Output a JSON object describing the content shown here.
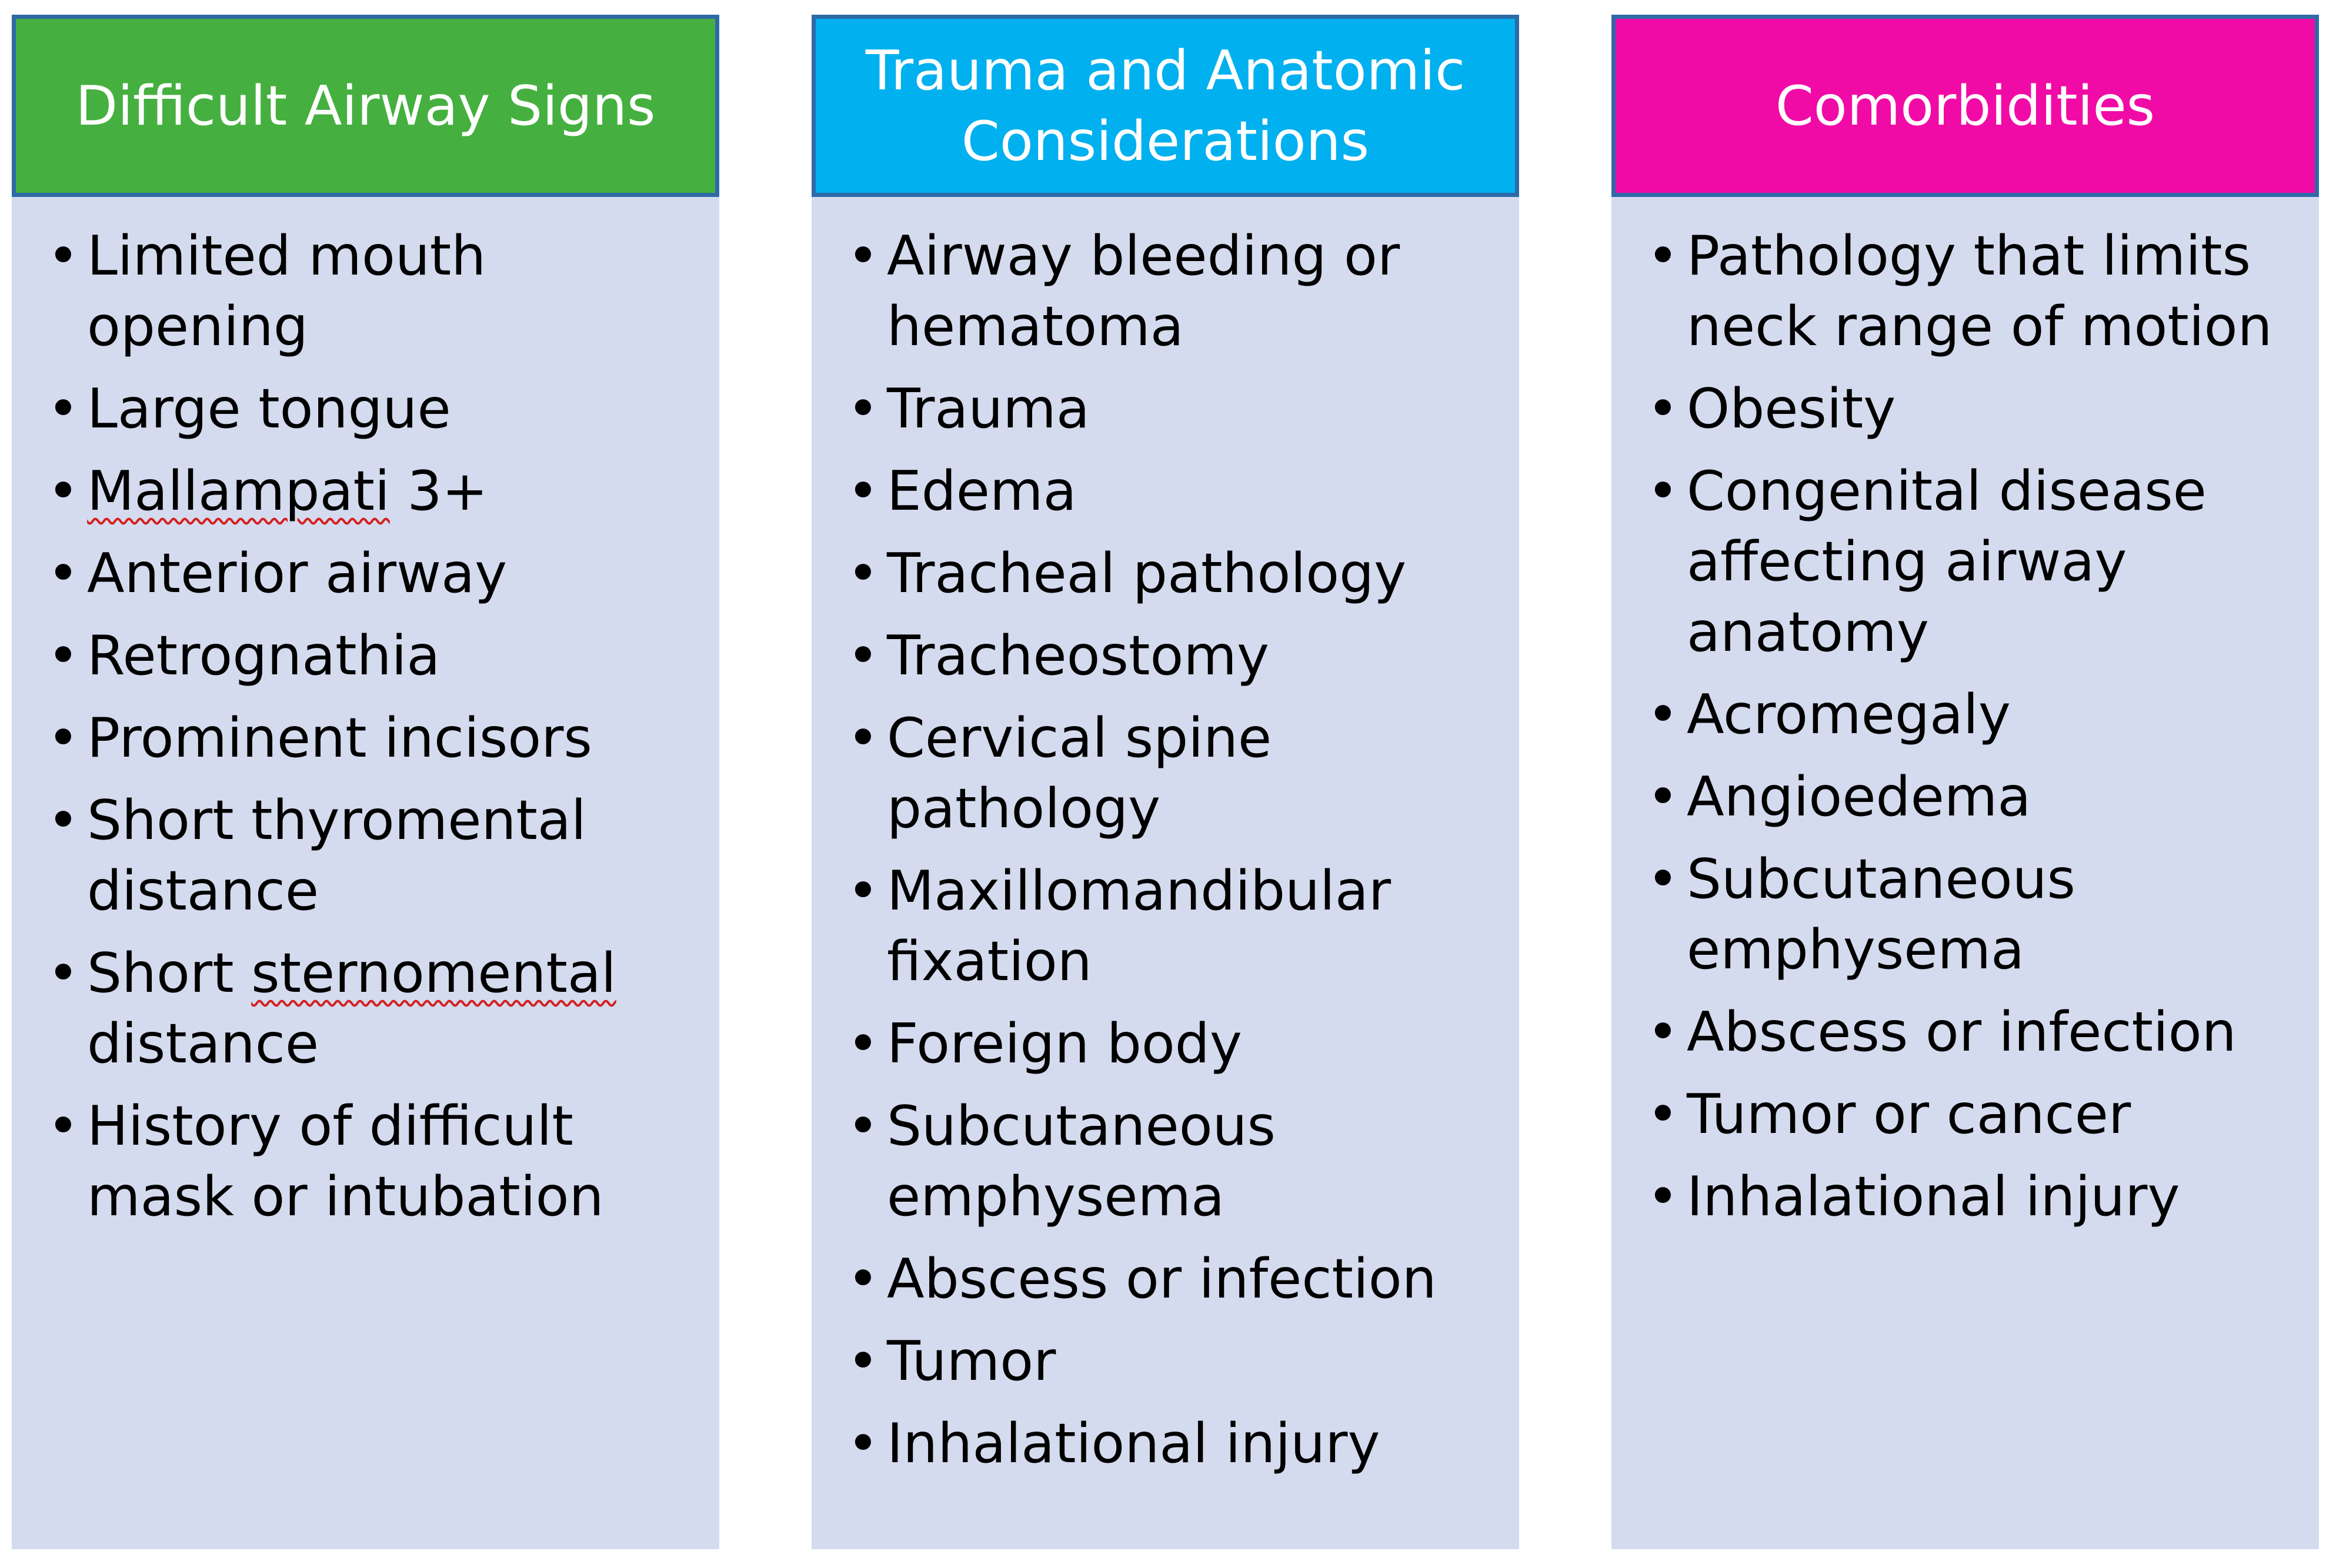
{
  "colors": {
    "panel_background": "#d4dbee",
    "header_border": "#2f6aa8",
    "header_text": "#ffffff",
    "spellcheck_underline": "#d42020"
  },
  "columns": [
    {
      "title": "Difficult Airway Signs",
      "header_color": "#45b03f",
      "items": [
        {
          "text": "Limited mouth opening"
        },
        {
          "text": "Large tongue"
        },
        {
          "pre": "",
          "marked": "Mallampati",
          "post": " 3+"
        },
        {
          "text": "Anterior airway"
        },
        {
          "text": "Retrognathia"
        },
        {
          "text": "Prominent incisors"
        },
        {
          "text": "Short thyromental distance"
        },
        {
          "pre": "Short ",
          "marked": "sternomental",
          "post": " distance"
        },
        {
          "text": "History of difficult mask or intubation"
        }
      ]
    },
    {
      "title": "Trauma and Anatomic\nConsiderations",
      "header_color": "#00b0ef",
      "items": [
        {
          "text": "Airway bleeding or hematoma"
        },
        {
          "text": "Trauma"
        },
        {
          "text": "Edema"
        },
        {
          "text": "Tracheal pathology"
        },
        {
          "text": "Tracheostomy"
        },
        {
          "text": "Cervical spine pathology"
        },
        {
          "text": "Maxillomandibular fixation"
        },
        {
          "text": "Foreign body"
        },
        {
          "text": "Subcutaneous emphysema"
        },
        {
          "text": "Abscess or infection"
        },
        {
          "text": "Tumor"
        },
        {
          "text": "Inhalational injury"
        }
      ]
    },
    {
      "title": "Comorbidities",
      "header_color": "#f00ba6",
      "items": [
        {
          "text": "Pathology that limits neck range of motion"
        },
        {
          "text": "Obesity"
        },
        {
          "text": "Congenital disease affecting airway anatomy"
        },
        {
          "text": "Acromegaly"
        },
        {
          "text": "Angioedema"
        },
        {
          "text": "Subcutaneous emphysema"
        },
        {
          "text": "Abscess or infection"
        },
        {
          "text": "Tumor or cancer"
        },
        {
          "text": "Inhalational injury"
        }
      ]
    }
  ]
}
